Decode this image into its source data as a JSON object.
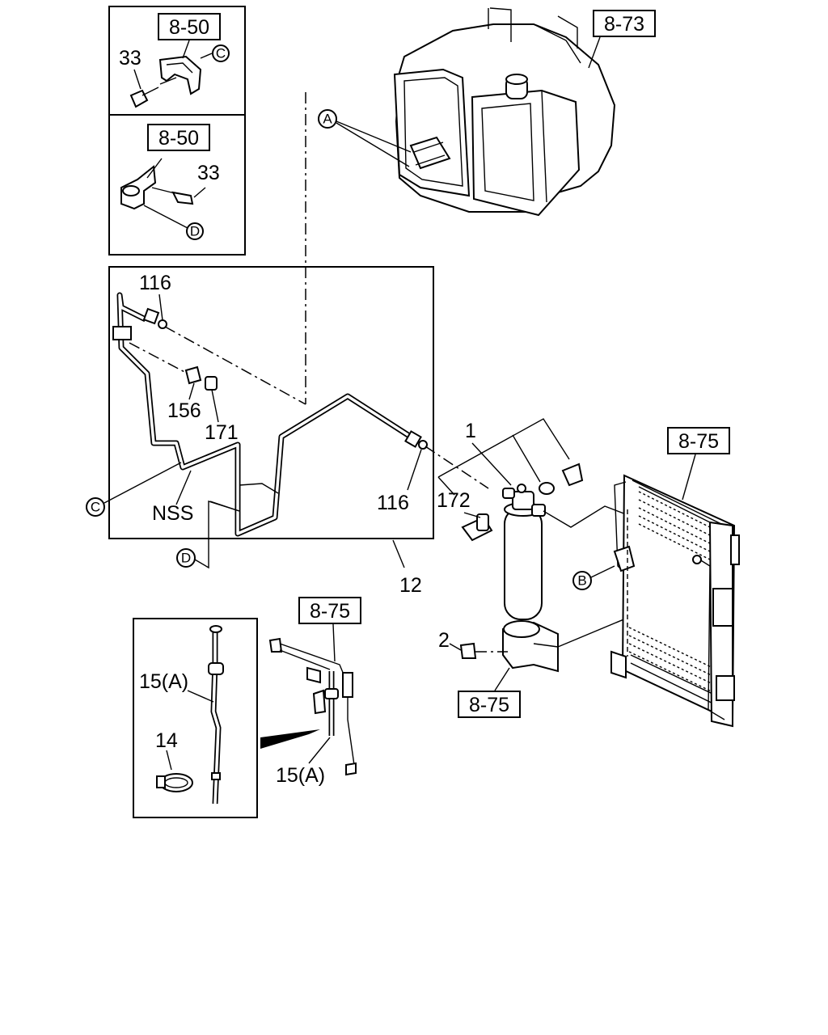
{
  "diagram": {
    "references": {
      "clamp_c_ref": "8-50",
      "clamp_d_ref": "8-50",
      "heater_unit_ref": "8-73",
      "condenser_ref": "8-75",
      "bracket_ref": "8-75",
      "clip_ref": "8-75"
    },
    "part_numbers": {
      "bolt_c": "33",
      "bolt_d": "33",
      "oring_upper": "116",
      "oring_right": "116",
      "fitting": "156",
      "nut": "171",
      "receiver": "1",
      "switch": "172",
      "bolt_2": "2",
      "pipe_assembly": "12",
      "hose_a_left": "15(A)",
      "hose_a_right": "15(A)",
      "hose_clamp": "14"
    },
    "markers": {
      "a": "A",
      "b": "B",
      "c_top": "C",
      "c_main": "C",
      "d_top": "D",
      "d_main": "D"
    },
    "notes": {
      "nss": "NSS"
    }
  }
}
